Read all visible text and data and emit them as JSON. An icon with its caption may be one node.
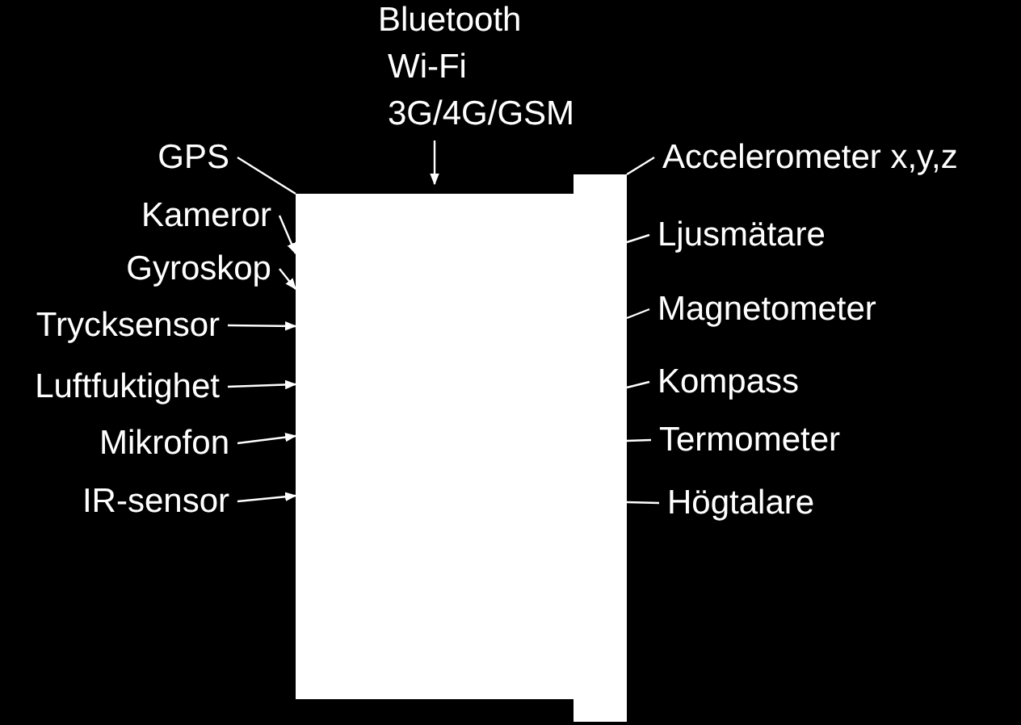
{
  "diagram": {
    "nodes": [
      {
        "text": [],
        "shape": "box"
      },
      {
        "text": [],
        "shape": "box"
      },
      {
        "text": [
          "Bluetooth",
          "Wi-Fi",
          "3G/4G/GSM"
        ]
      },
      {
        "text": [
          "GPS"
        ]
      },
      {
        "text": [
          "Kameror"
        ]
      },
      {
        "text": [
          "Gyroskop"
        ]
      },
      {
        "text": [
          "Trycksensor"
        ]
      },
      {
        "text": [
          "Luftfuktighet"
        ]
      },
      {
        "text": [
          "Mikrofon"
        ]
      },
      {
        "text": [
          "IR-sensor"
        ]
      },
      {
        "text": [
          "Accelerometer x,y,z"
        ]
      },
      {
        "text": [
          "Ljusmätare"
        ]
      },
      {
        "text": [
          "Magnetometer"
        ]
      },
      {
        "text": [
          "Kompass"
        ]
      },
      {
        "text": [
          "Termometer"
        ]
      },
      {
        "text": [
          "Högtalare"
        ]
      }
    ],
    "edges": [
      {
        "from": 2,
        "to": 0,
        "arrow": "to"
      },
      {
        "from": 3,
        "to": 0,
        "arrow": "none"
      },
      {
        "from": 4,
        "to": 0,
        "arrow": "to"
      },
      {
        "from": 5,
        "to": 0,
        "arrow": "to"
      },
      {
        "from": 6,
        "to": 0,
        "arrow": "to"
      },
      {
        "from": 7,
        "to": 0,
        "arrow": "to"
      },
      {
        "from": 8,
        "to": 0,
        "arrow": "to"
      },
      {
        "from": 9,
        "to": 0,
        "arrow": "to"
      },
      {
        "from": 10,
        "to": 1,
        "arrow": "none"
      },
      {
        "from": 11,
        "to": 1,
        "arrow": "none"
      },
      {
        "from": 12,
        "to": 1,
        "arrow": "none"
      },
      {
        "from": 13,
        "to": 1,
        "arrow": "none"
      },
      {
        "from": 14,
        "to": 1,
        "arrow": "none"
      },
      {
        "from": 15,
        "to": 1,
        "arrow": "none"
      }
    ]
  }
}
